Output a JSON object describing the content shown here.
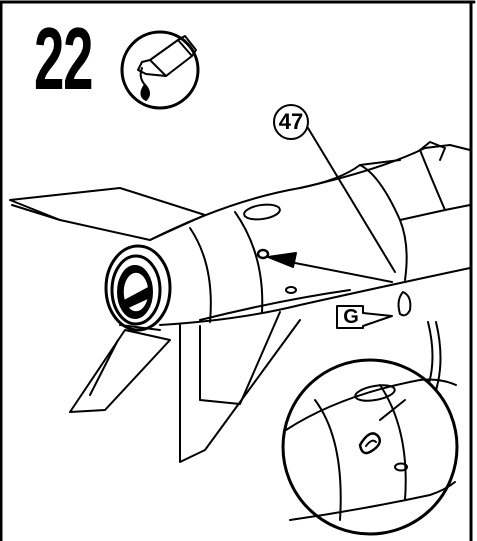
{
  "step": {
    "number": "22"
  },
  "glue_icon": {
    "name": "glue-tube-icon"
  },
  "callouts": {
    "part_number": "47",
    "location_letter": "G"
  },
  "colors": {
    "ink": "#000000",
    "paper": "#ffffff"
  }
}
